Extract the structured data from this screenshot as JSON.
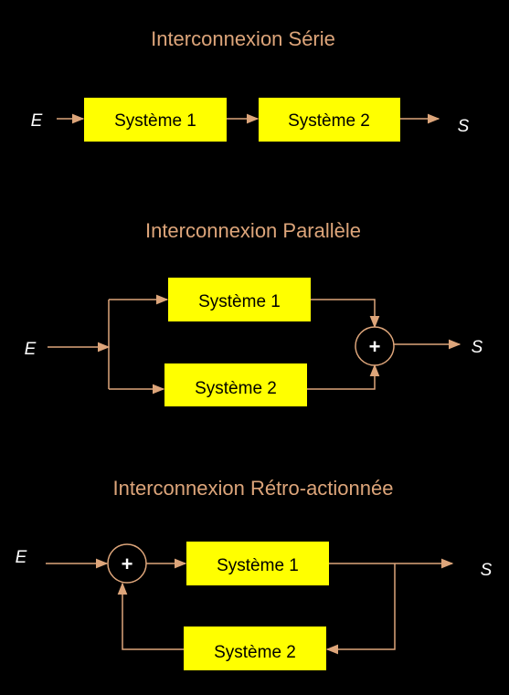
{
  "colors": {
    "background": "#000000",
    "title": "#dda57a",
    "line": "#dda57a",
    "box": "#ffff00"
  },
  "series": {
    "title": "Interconnexion Série",
    "input": "E",
    "output": "S",
    "box1": "Système 1",
    "box2": "Système 2"
  },
  "parallel": {
    "title": "Interconnexion Parallèle",
    "input": "E",
    "output": "S",
    "box1": "Système 1",
    "box2": "Système 2",
    "sum": "+"
  },
  "feedback": {
    "title": "Interconnexion Rétro-actionnée",
    "input": "E",
    "output": "S",
    "box1": "Système 1",
    "box2": "Système 2",
    "sum": "+"
  }
}
